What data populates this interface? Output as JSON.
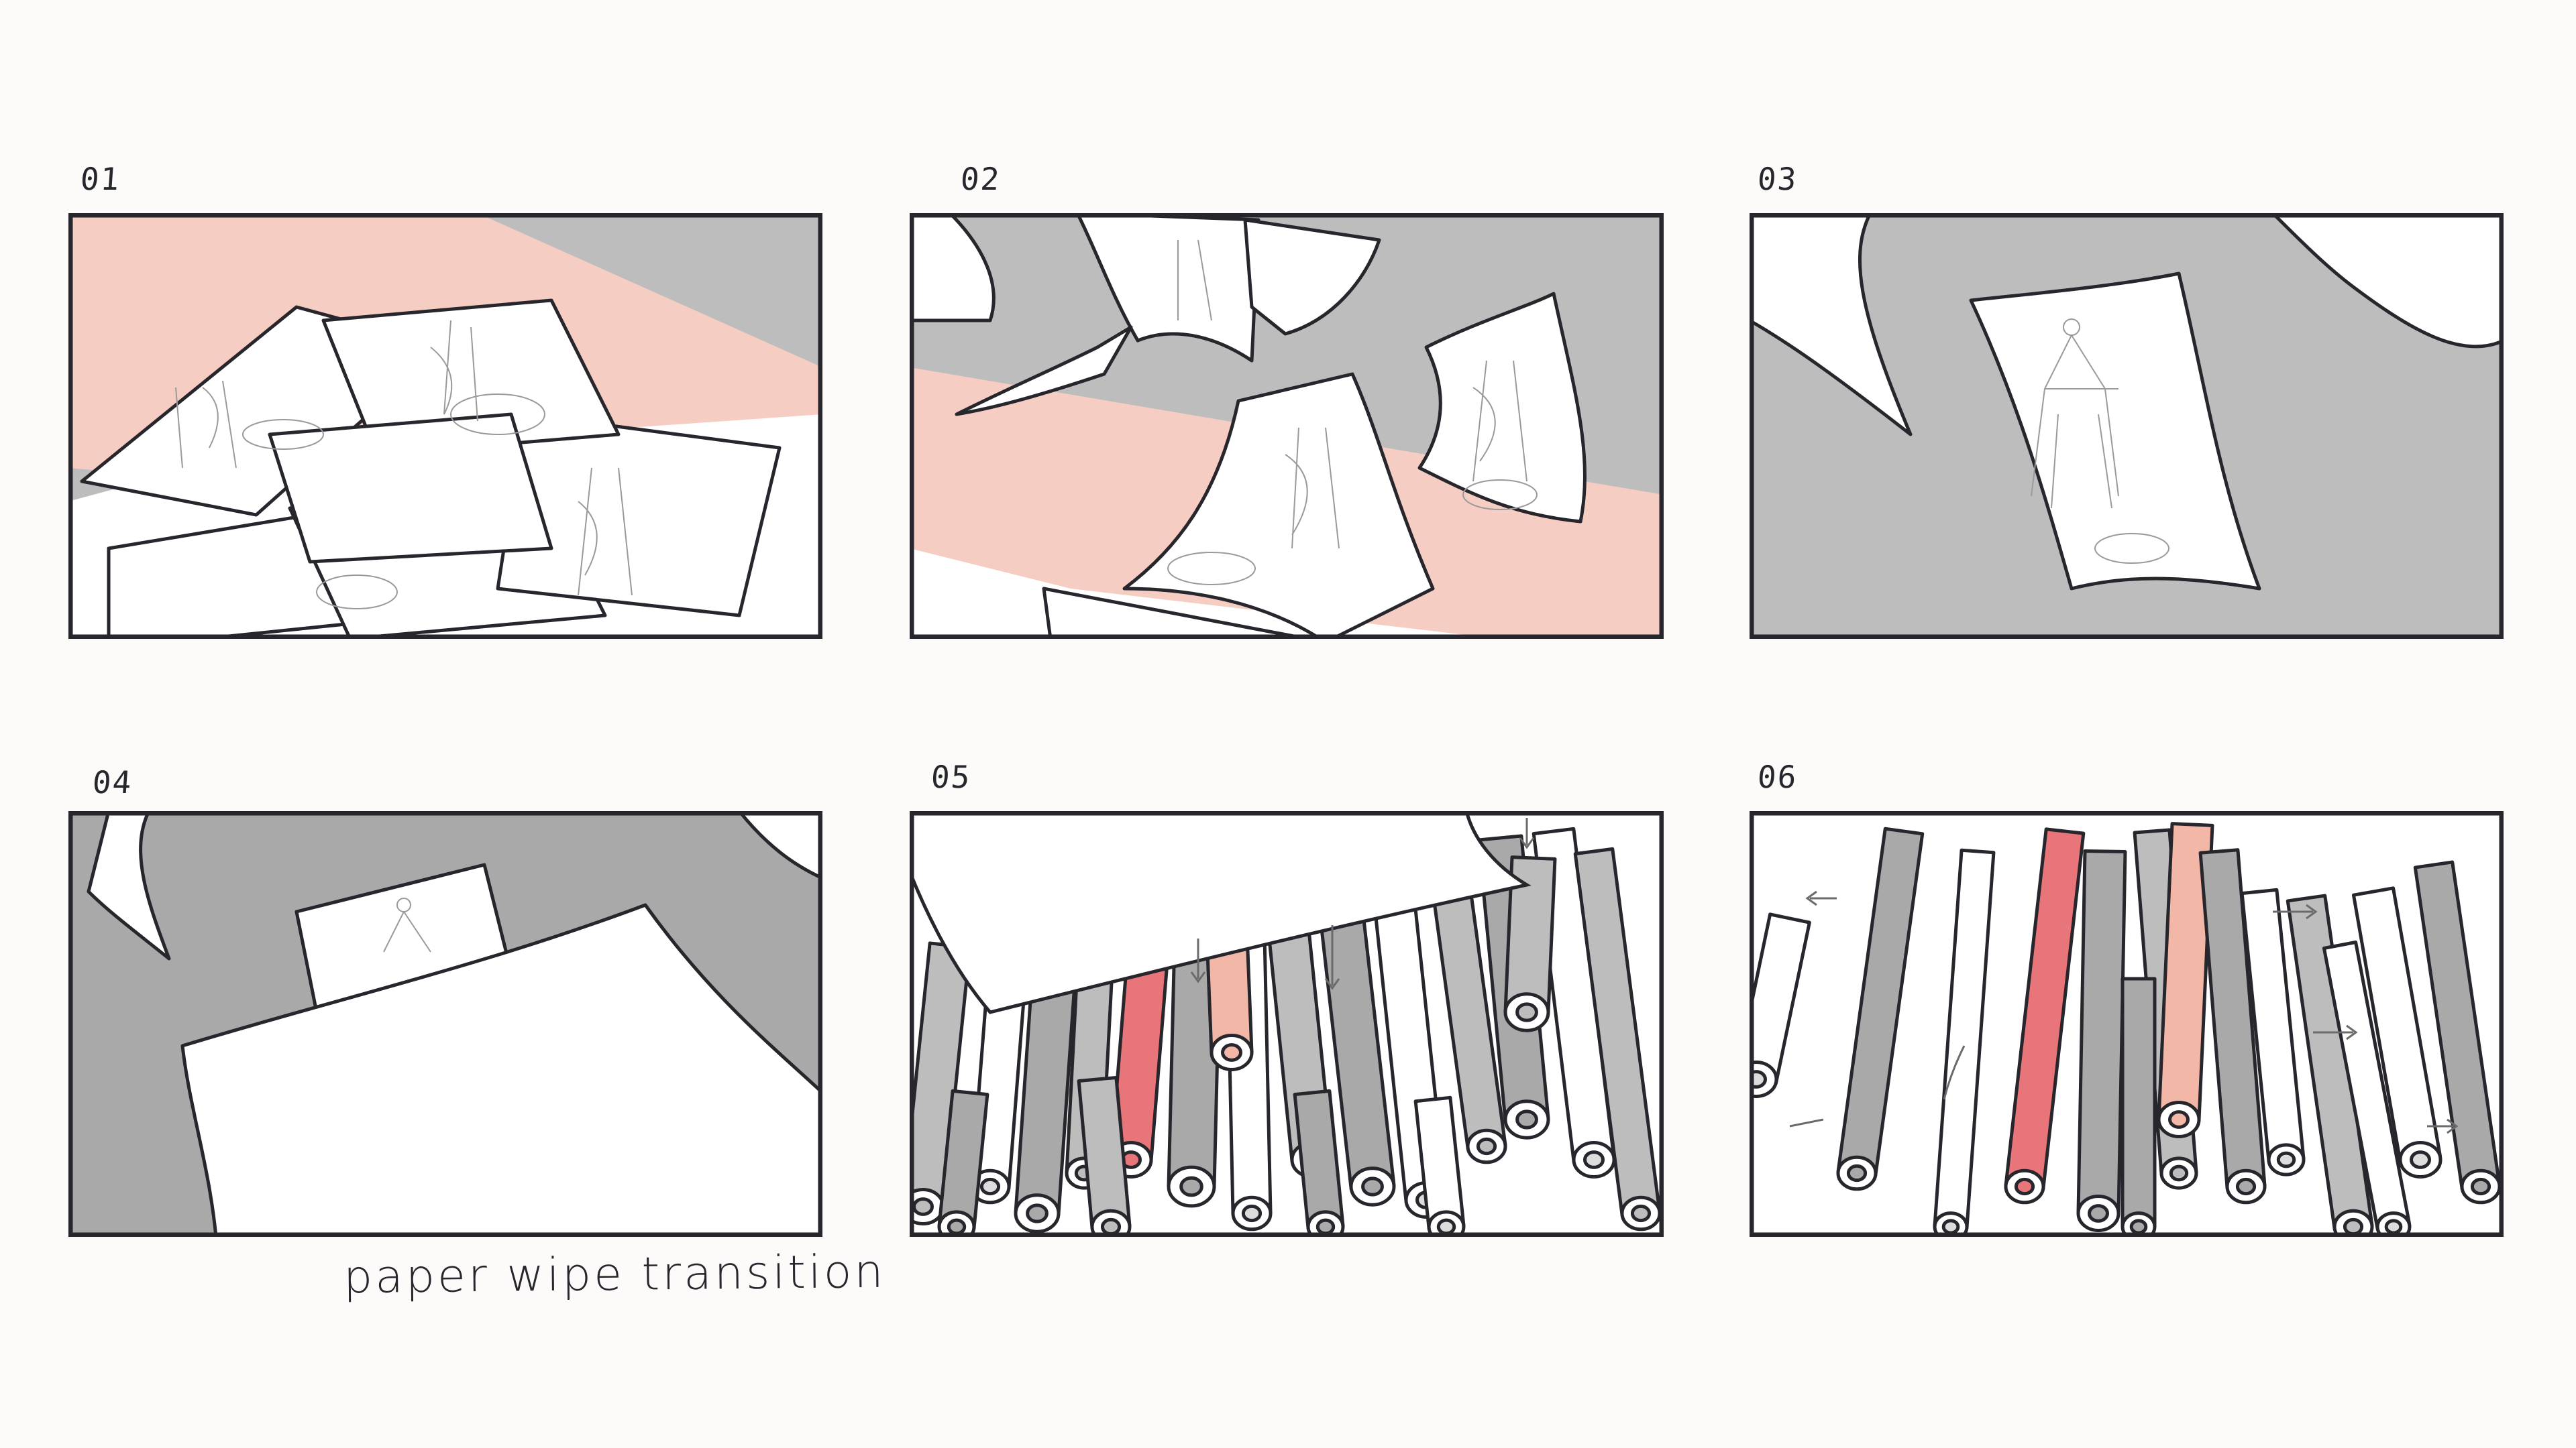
{
  "storyboard": {
    "panels": [
      {
        "number": "01"
      },
      {
        "number": "02"
      },
      {
        "number": "03"
      },
      {
        "number": "04"
      },
      {
        "number": "05"
      },
      {
        "number": "06"
      }
    ],
    "caption": "paper wipe transition"
  },
  "colors": {
    "background": "#fcfbfa",
    "ink": "#27262c",
    "table_gray": "#bdbdbd",
    "table_dark": "#a9a9a9",
    "pink": "#f5cdc3",
    "roll_red": "#e8757a",
    "roll_peach": "#f3b7a7",
    "paper": "#ffffff"
  }
}
